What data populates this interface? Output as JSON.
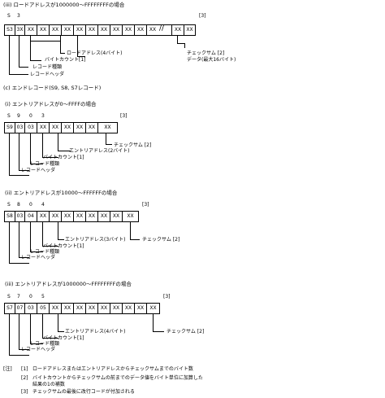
{
  "sec_iii": {
    "title": "(iii) ロードアドレスが1000000～FFFFFFFFの場合",
    "hdr": [
      "S",
      "3"
    ],
    "cells": [
      "S3",
      "3X",
      "XX",
      "XX",
      "XX",
      "XX",
      "XX",
      "XX",
      "XX",
      "XX",
      "XX",
      "XX",
      "XX",
      "XX",
      "XX"
    ],
    "ref": "[3]",
    "labels": [
      "ロードアドレス(4バイト)",
      "バイトカウント[1]",
      "レコード種類",
      "レコードヘッダ",
      "チェックサム [2]",
      "データ(最大16バイト)"
    ]
  },
  "sec_c": {
    "title": "(c) エンドレコード(S9, S8, S7レコード)"
  },
  "sec_i": {
    "title": "(i) エントリアドレスが0～FFFFの場合",
    "hdr": [
      "S",
      "9",
      "0",
      "3"
    ],
    "cells": [
      "S9",
      "03",
      "XX",
      "XX",
      "XX",
      "XX",
      "XX",
      "XX"
    ],
    "ref": "[3]",
    "labels": [
      "チェックサム [2]",
      "エントリアドレス(2バイト)",
      "バイトカウント[1]",
      "レコード種類",
      "レコードヘッダ"
    ]
  },
  "sec_ii": {
    "title": "(ii) エントリアドレスが10000～FFFFFFの場合",
    "hdr": [
      "S",
      "8",
      "0",
      "4"
    ],
    "cells": [
      "S8",
      "03",
      "04",
      "XX",
      "XX",
      "XX",
      "XX",
      "XX",
      "XX"
    ],
    "ref": "[3]",
    "labels": [
      "エントリアドレス(3バイト)",
      "チェックサム [2]",
      "バイトカウント[1]",
      "レコード種類",
      "レコードヘッダ"
    ]
  },
  "sec_iv": {
    "title": "(iii) エントリアドレスが1000000～FFFFFFFFの場合",
    "hdr": [
      "S",
      "7",
      "0",
      "5"
    ],
    "cells": [
      "S7",
      "07",
      "03",
      "05",
      "XX",
      "XX",
      "XX",
      "XX",
      "XX",
      "XX",
      "XX"
    ],
    "ref": "[3]",
    "labels": [
      "エントリアドレス(4バイト)",
      "チェックサム [2]",
      "バイトカウント[1]",
      "レコード種類",
      "レコードヘッダ"
    ]
  },
  "notes": {
    "head": "[注]",
    "n1_num": "[1]",
    "n1": "ロードアドレスまたはエントリアドレスからチェックサムまでのバイト数",
    "n2_num": "[2]",
    "n2a": "バイトカウントからチェックサムの前までのデータ値をバイト単位に加算した",
    "n2b": "結果の1の補数",
    "n3_num": "[3]",
    "n3": "チェックサムの最後に改行コードが付加される"
  }
}
